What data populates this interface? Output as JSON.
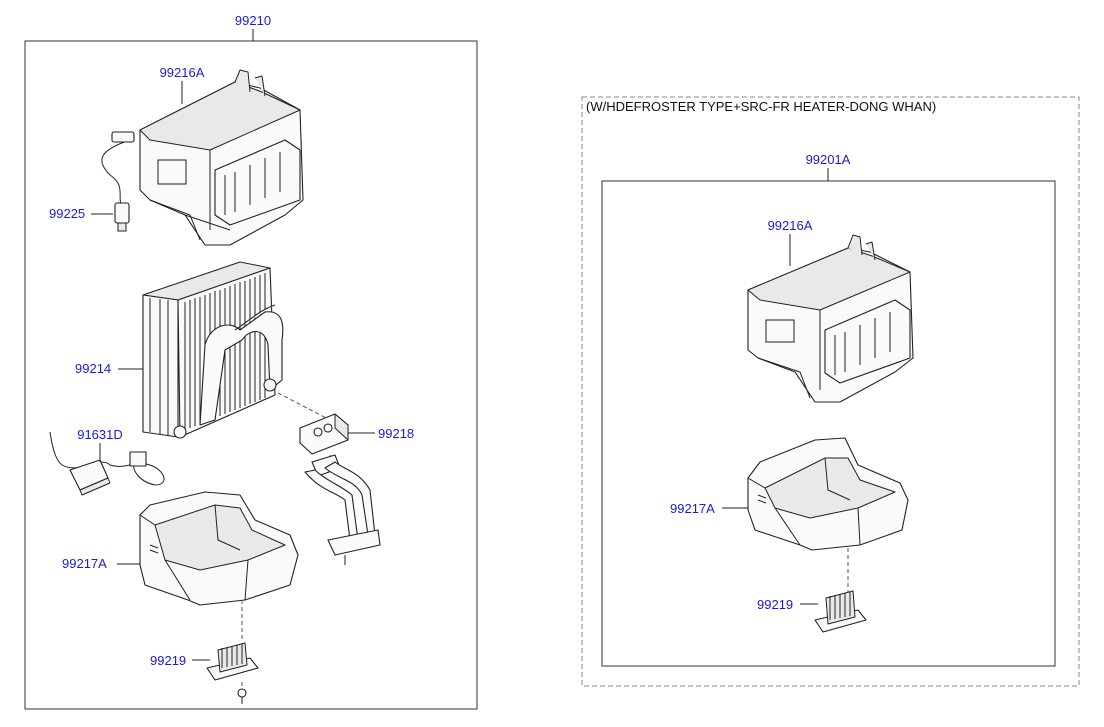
{
  "left_assembly": {
    "number": "99210",
    "labels": {
      "upper_case": "99216A",
      "sensor": "99225",
      "evaporator": "99214",
      "harness": "91631D",
      "expansion_valve": "99218",
      "lower_case": "99217A",
      "resistor": "99219"
    }
  },
  "right_assembly": {
    "note": "(W/HDEFROSTER TYPE+SRC-FR HEATER-DONG WHAN)",
    "number": "99201A",
    "labels": {
      "upper_case": "99216A",
      "lower_case": "99217A",
      "resistor": "99219"
    }
  }
}
